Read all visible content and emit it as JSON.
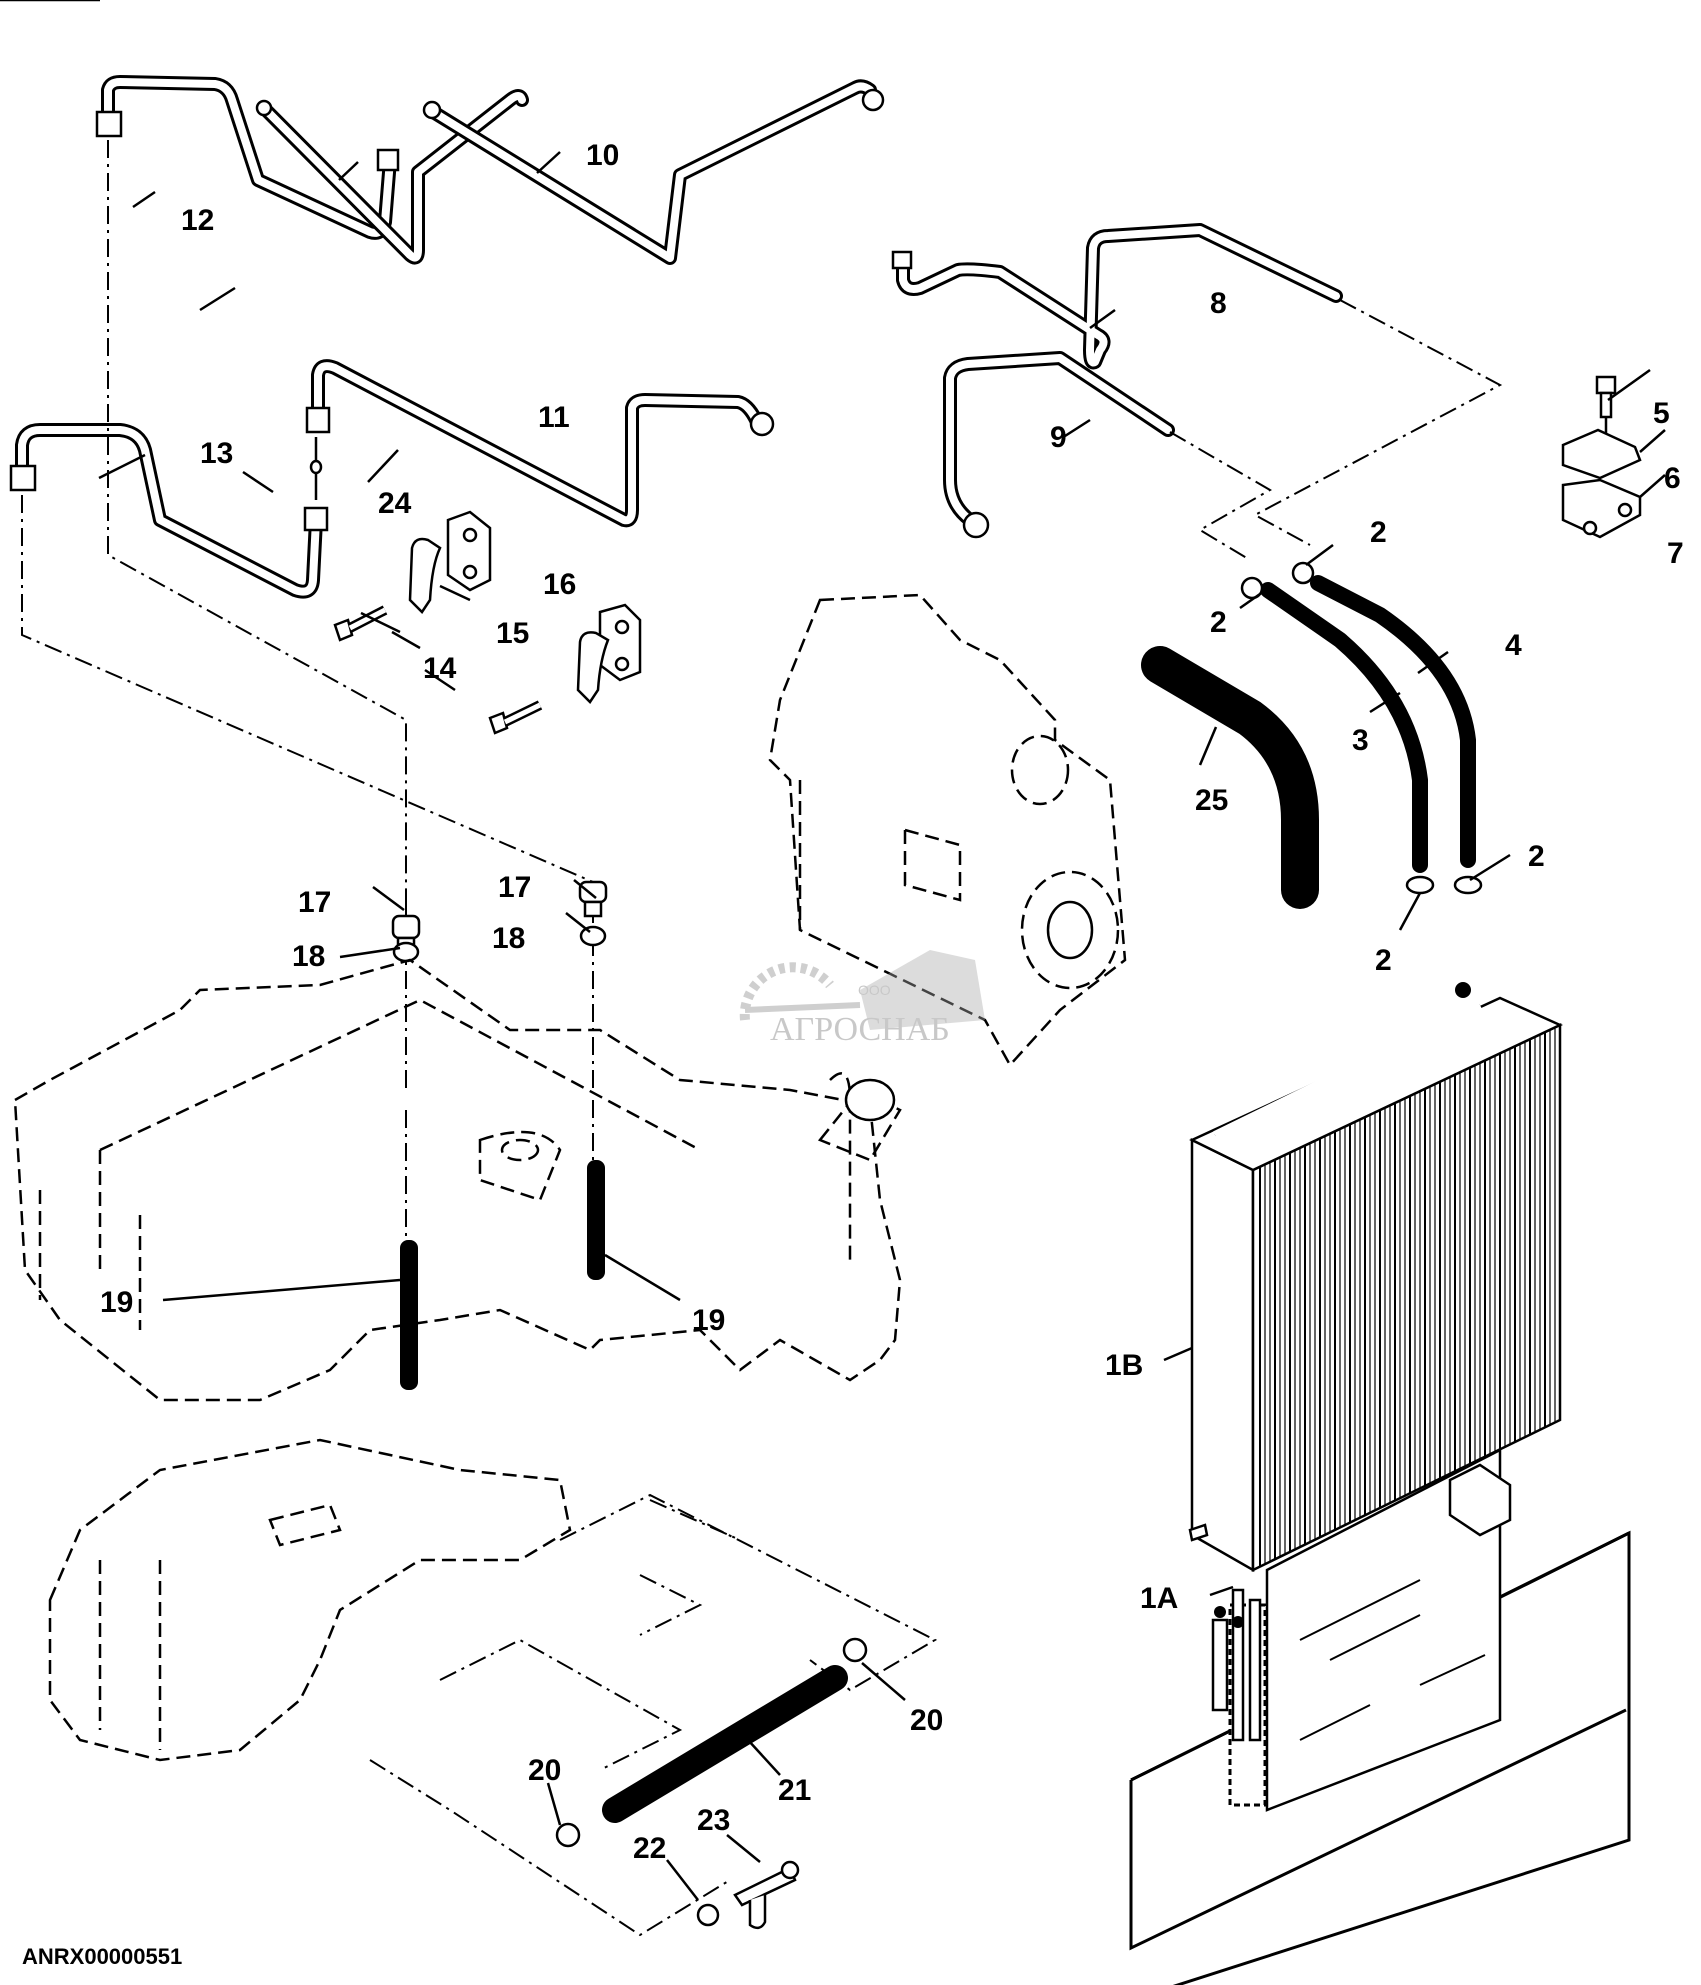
{
  "figure": {
    "code": "ANRX00000551",
    "watermark": {
      "ooo": "ООО",
      "name": "АГРОСНАБ"
    }
  },
  "callouts": {
    "c1A": "1A",
    "c1B": "1B",
    "c2a": "2",
    "c2b": "2",
    "c2c": "2",
    "c2d": "2",
    "c3": "3",
    "c4": "4",
    "c5": "5",
    "c6": "6",
    "c7": "7",
    "c8": "8",
    "c9": "9",
    "c10": "10",
    "c11": "11",
    "c12": "12",
    "c13": "13",
    "c14": "14",
    "c15": "15",
    "c16": "16",
    "c17a": "17",
    "c17b": "17",
    "c18a": "18",
    "c18b": "18",
    "c19a": "19",
    "c19b": "19",
    "c20a": "20",
    "c20b": "20",
    "c21": "21",
    "c22": "22",
    "c23": "23",
    "c24": "24",
    "c25": "25"
  }
}
